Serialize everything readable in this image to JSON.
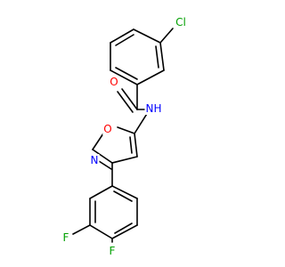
{
  "colors": {
    "bond": "#000000",
    "Cl": "#00a000",
    "O": "#ff0000",
    "N": "#0000ff",
    "F": "#00a000"
  },
  "labels": {
    "cl": "Cl",
    "o_carbonyl": "O",
    "nh": "N",
    "h": "H",
    "o_ring": "O",
    "n_ring": "N",
    "f3": "F",
    "f4": "F"
  }
}
